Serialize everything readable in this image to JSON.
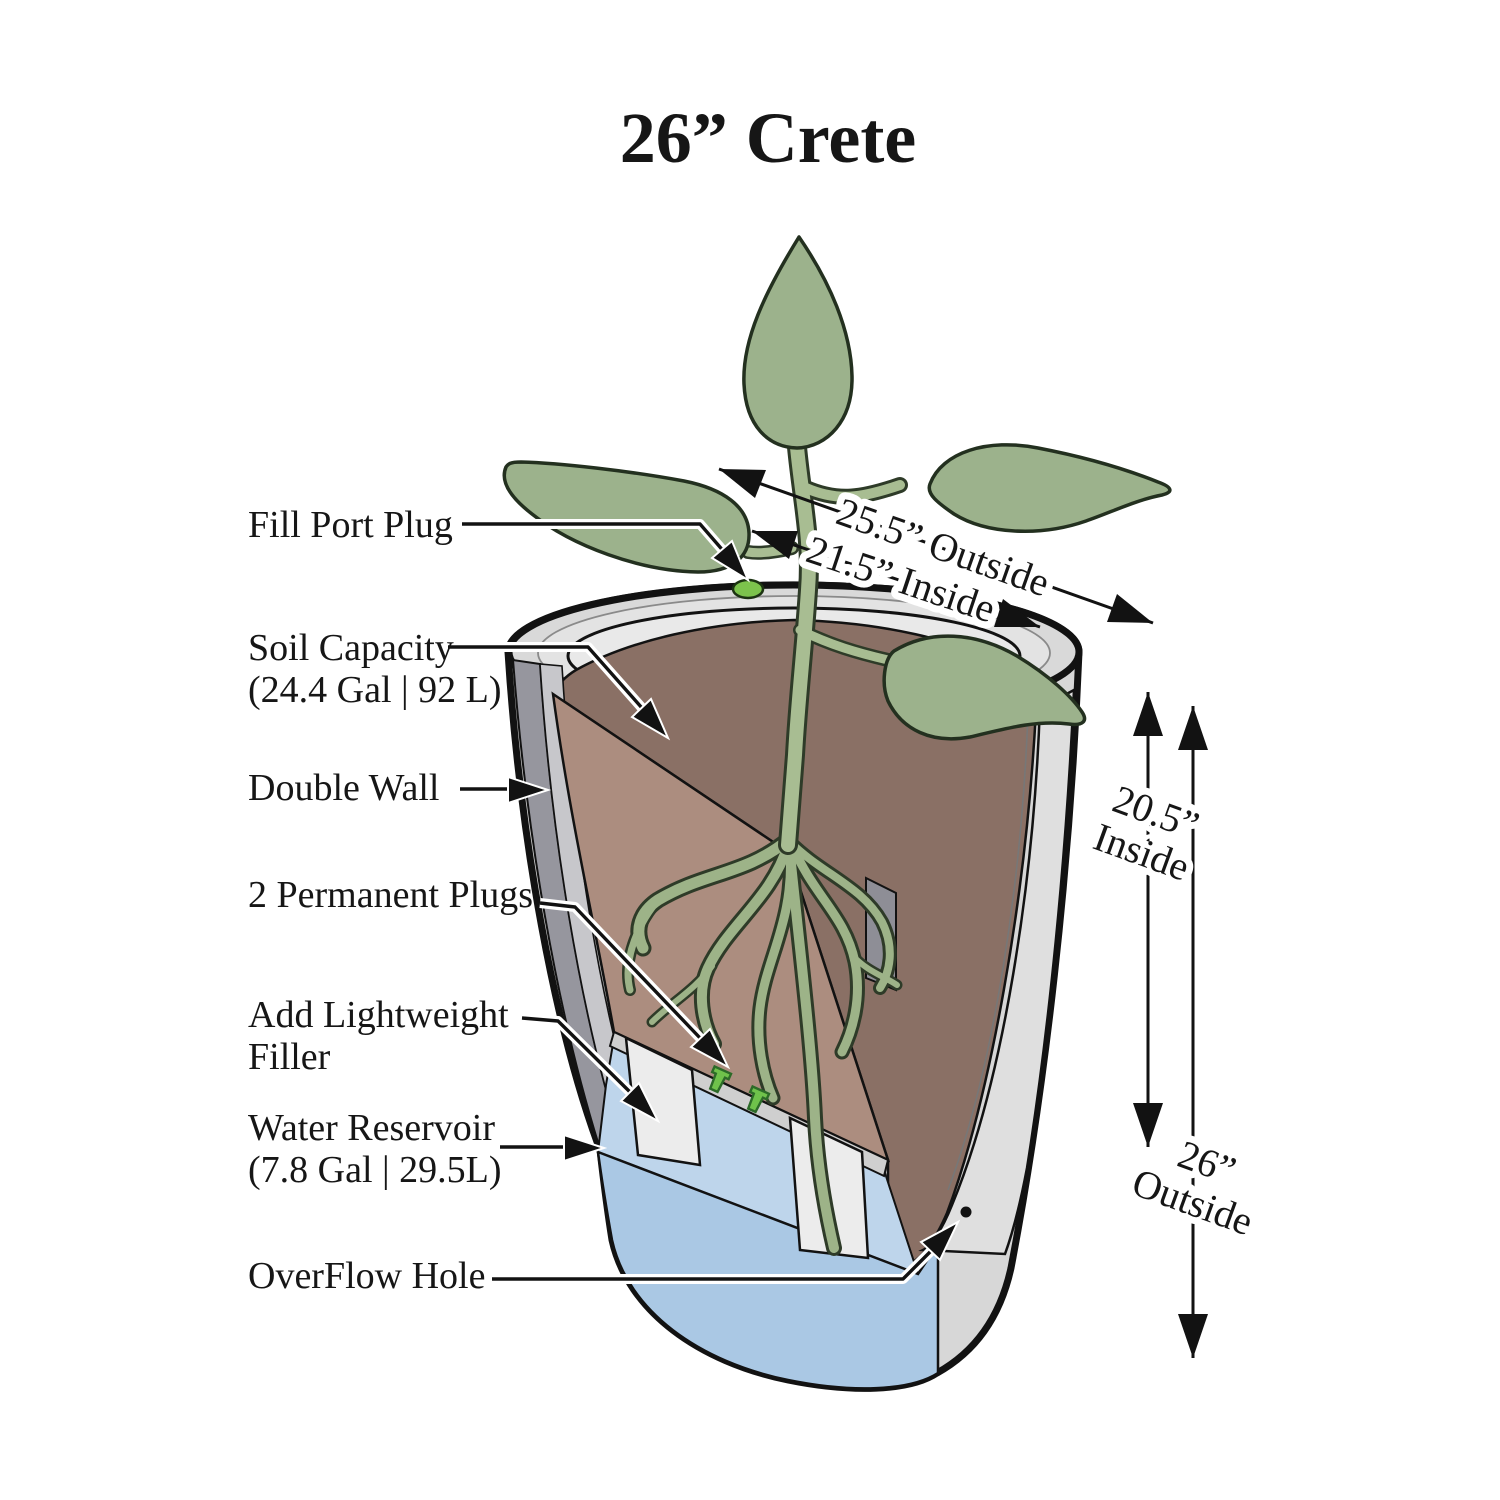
{
  "title": "26” Crete",
  "labels": {
    "fill_port_plug": "Fill Port Plug",
    "soil_capacity_1": "Soil Capacity",
    "soil_capacity_2": "(24.4 Gal | 92 L)",
    "double_wall": "Double Wall",
    "permanent_plugs": "2 Permanent Plugs",
    "lightweight_1": "Add Lightweight",
    "lightweight_2": "Filler",
    "water_reservoir_1": "Water Reservoir",
    "water_reservoir_2": "(7.8 Gal | 29.5L)",
    "overflow_hole": "OverFlow Hole"
  },
  "dimensions": {
    "top_outside": "25.5” Outside",
    "top_inside": "21.5” Inside",
    "side_inside_line1": "20.5”",
    "side_inside_line2": "Inside",
    "side_outside_line1": "26”",
    "side_outside_line2": "Outside"
  },
  "colors": {
    "pot_grey": "#d7d7d7",
    "rim_mid": "#e3e3e3",
    "rim_inner": "#e9e9e9",
    "wall_cut_dark": "#96969e",
    "wall_cut_light": "#c7c7cb",
    "soil_dark": "#8a7065",
    "soil_light": "#ac8d7f",
    "leaf_green": "#9cb28c",
    "stem_green": "#a8bd92",
    "root_green": "#9db388",
    "water_front": "#aac8e4",
    "water_surface": "#bed5eb",
    "plug_green": "#6fc24b",
    "outline": "#121212"
  }
}
